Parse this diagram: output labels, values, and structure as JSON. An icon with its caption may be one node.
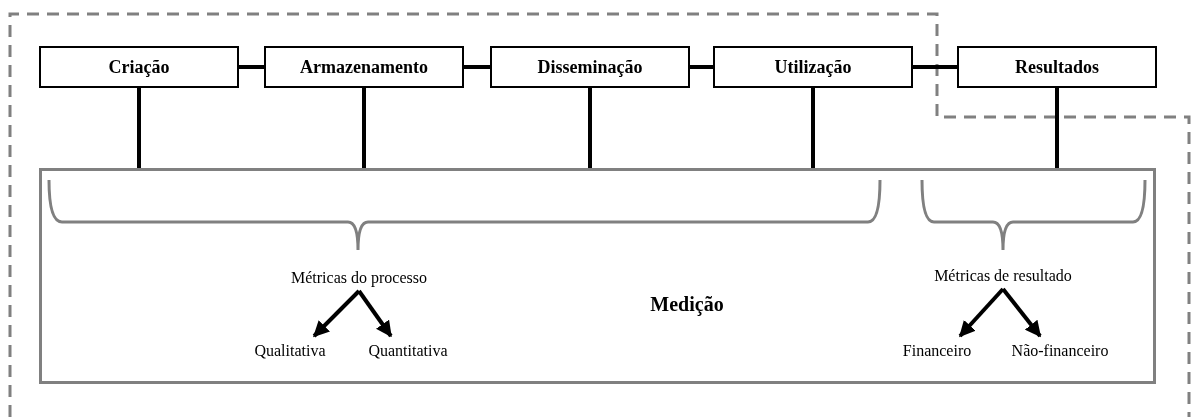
{
  "diagram": {
    "nodes": [
      {
        "text": [
          "Criação"
        ]
      },
      {
        "text": [
          "Armazenamento"
        ]
      },
      {
        "text": [
          "Disseminação"
        ]
      },
      {
        "text": [
          "Utilização"
        ]
      },
      {
        "text": [
          "Resultados"
        ]
      },
      {
        "text": [
          "Medição"
        ]
      },
      {
        "text": [
          "Métricas do processo"
        ],
        "in": 5
      },
      {
        "text": [
          "Qualitativa"
        ],
        "in": 5
      },
      {
        "text": [
          "Quantitativa"
        ],
        "in": 5
      },
      {
        "text": [
          "Métricas de resultado"
        ],
        "in": 5
      },
      {
        "text": [
          "Financeiro"
        ],
        "in": 5
      },
      {
        "text": [
          "Não-financeiro"
        ],
        "in": 5
      }
    ],
    "edges": [
      {
        "from": 0,
        "to": 1,
        "arrow": "none"
      },
      {
        "from": 1,
        "to": 2,
        "arrow": "none"
      },
      {
        "from": 2,
        "to": 3,
        "arrow": "none"
      },
      {
        "from": 3,
        "to": 4,
        "arrow": "none"
      },
      {
        "from": 0,
        "to": 5,
        "arrow": "none"
      },
      {
        "from": 1,
        "to": 5,
        "arrow": "none"
      },
      {
        "from": 2,
        "to": 5,
        "arrow": "none"
      },
      {
        "from": 3,
        "to": 5,
        "arrow": "none"
      },
      {
        "from": 4,
        "to": 5,
        "arrow": "none"
      },
      {
        "from": 6,
        "to": 7,
        "arrow": "to"
      },
      {
        "from": 6,
        "to": 8,
        "arrow": "to"
      },
      {
        "from": 9,
        "to": 10,
        "arrow": "to"
      },
      {
        "from": 9,
        "to": 11,
        "arrow": "to"
      }
    ]
  }
}
